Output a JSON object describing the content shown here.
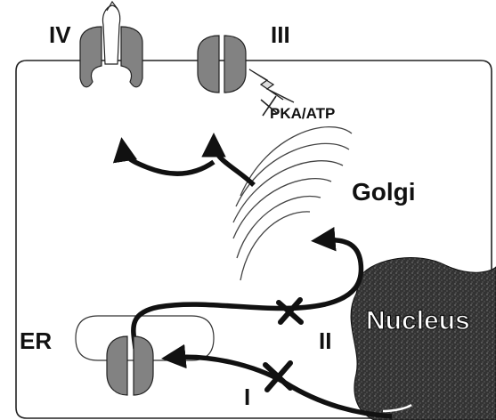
{
  "labels": {
    "class_iv": "IV",
    "class_iii": "III",
    "class_ii": "II",
    "class_i": "I",
    "kinase": "PKA/ATP",
    "golgi": "Golgi",
    "er": "ER",
    "nucleus": "Nucleus"
  },
  "colors": {
    "ink": "#111111",
    "channel_fill": "#8a8a8a",
    "nucleus_fill": "#2b2b2b"
  },
  "icons": [
    "channel-icon",
    "lightning-icon",
    "block-x-icon",
    "arrow-icon"
  ]
}
